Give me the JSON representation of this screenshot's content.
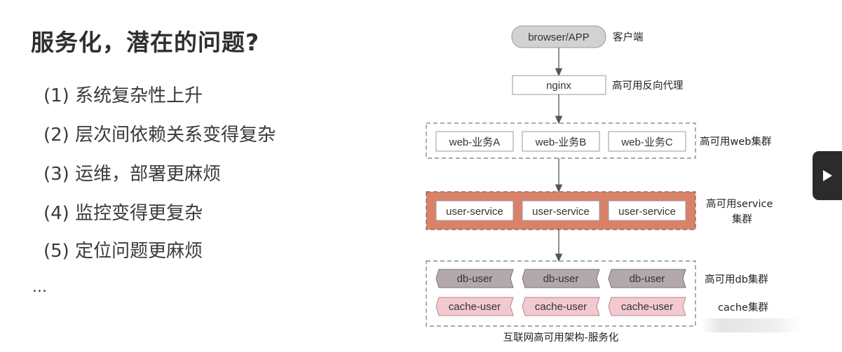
{
  "slide": {
    "title": "服务化，潜在的问题?",
    "points": [
      "(1) 系统复杂性上升",
      "(2) 层次间依赖关系变得复杂",
      "(3) 运维，部署更麻烦",
      "(4) 监控变得更复杂",
      "(5) 定位问题更麻烦"
    ],
    "ellipsis": "..."
  },
  "diagram": {
    "client": {
      "label": "browser/APP",
      "side": "客户端"
    },
    "proxy": {
      "label": "nginx",
      "side": "高可用反向代理"
    },
    "web": {
      "nodes": [
        "web-业务A",
        "web-业务B",
        "web-业务C"
      ],
      "side": "高可用web集群"
    },
    "service": {
      "nodes": [
        "user-service",
        "user-service",
        "user-service"
      ],
      "side_line1": "高可用service",
      "side_line2": "集群"
    },
    "db": {
      "nodes": [
        "db-user",
        "db-user",
        "db-user"
      ],
      "side": "高可用db集群"
    },
    "cache": {
      "nodes": [
        "cache-user",
        "cache-user",
        "cache-user"
      ],
      "side": "cache集群"
    },
    "caption": "互联网高可用架构-服务化",
    "colors": {
      "service_band": "#d9826a",
      "db_fill": "#b2a8ad",
      "cache_fill": "#f2c9cf",
      "arrow": "#555555"
    }
  },
  "player": {
    "icon": "play-icon"
  }
}
